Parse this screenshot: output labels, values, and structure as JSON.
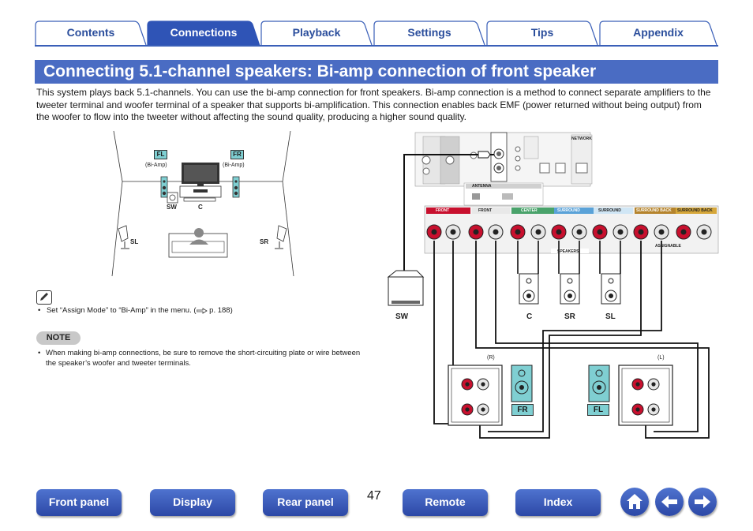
{
  "tabs": [
    {
      "label": "Contents"
    },
    {
      "label": "Connections"
    },
    {
      "label": "Playback"
    },
    {
      "label": "Settings"
    },
    {
      "label": "Tips"
    },
    {
      "label": "Appendix"
    }
  ],
  "page_title": "Connecting 5.1-channel speakers: Bi-amp connection of front speaker",
  "intro": "This system plays back 5.1-channels. You can use the bi-amp connection for front speakers. Bi-amp connection is a method to connect separate amplifiers to the tweeter terminal and woofer terminal of a speaker that supports bi-amplification. This connection enables back EMF (power returned without being output) from the woofer to flow into the tweeter without affecting the sound quality, producing a higher sound quality.",
  "room": {
    "fl": "FL",
    "fr": "FR",
    "biamp_left": "(Bi-Amp)",
    "biamp_right": "(Bi-Amp)",
    "sw": "SW",
    "c": "C",
    "sl": "SL",
    "sr": "SR"
  },
  "tip": {
    "bullet": "•",
    "text": "Set “Assign Mode” to “Bi-Amp” in the menu.",
    "page_ref": "p. 188"
  },
  "note": {
    "label": "NOTE",
    "bullet": "•",
    "text": "When making bi-amp connections, be sure to remove the short-circuiting plate or wire between the speaker’s woofer and tweeter terminals."
  },
  "wiring": {
    "terminals": [
      "FRONT",
      "FRONT",
      "CENTER",
      "SURROUND",
      "SURROUND",
      "SURROUND BACK",
      "SURROUND BACK"
    ],
    "speakers_label": "SPEAKERS",
    "assignable": "ASSIGNABLE",
    "antenna": "ANTENNA",
    "network": "NETWORK",
    "sw": "SW",
    "c": "C",
    "sr": "SR",
    "sl": "SL",
    "r": "(R)",
    "l": "(L)",
    "fr": "FR",
    "fl": "FL"
  },
  "nav": {
    "front_panel": "Front panel",
    "display": "Display",
    "rear_panel": "Rear panel",
    "page_number": "47",
    "remote": "Remote",
    "index": "Index"
  },
  "icons": [
    "home-icon",
    "back-arrow-icon",
    "forward-arrow-icon",
    "pencil-icon",
    "reference-hand-icon"
  ],
  "colors": {
    "accent": "#4a6cc3",
    "tab_text": "#2b4e9c",
    "speaker_teal": "#7fcfd2",
    "terminal_red": "#c8102e"
  }
}
